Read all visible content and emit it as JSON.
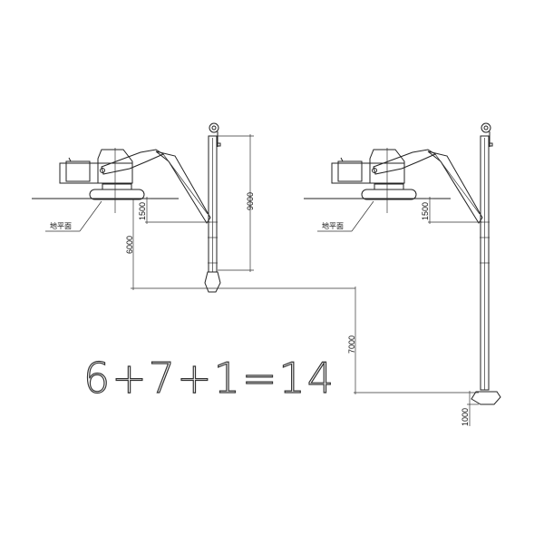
{
  "diagram": {
    "ground_label": "地平面",
    "equation": "6+7+1=14",
    "left_machine": {
      "dimensions": {
        "mast_length": "9000",
        "ground_to_pivot": "1500",
        "dig_depth": "6000"
      }
    },
    "right_machine": {
      "dimensions": {
        "ground_to_pivot": "1500",
        "extension": "7000",
        "extra": "1000"
      }
    }
  }
}
